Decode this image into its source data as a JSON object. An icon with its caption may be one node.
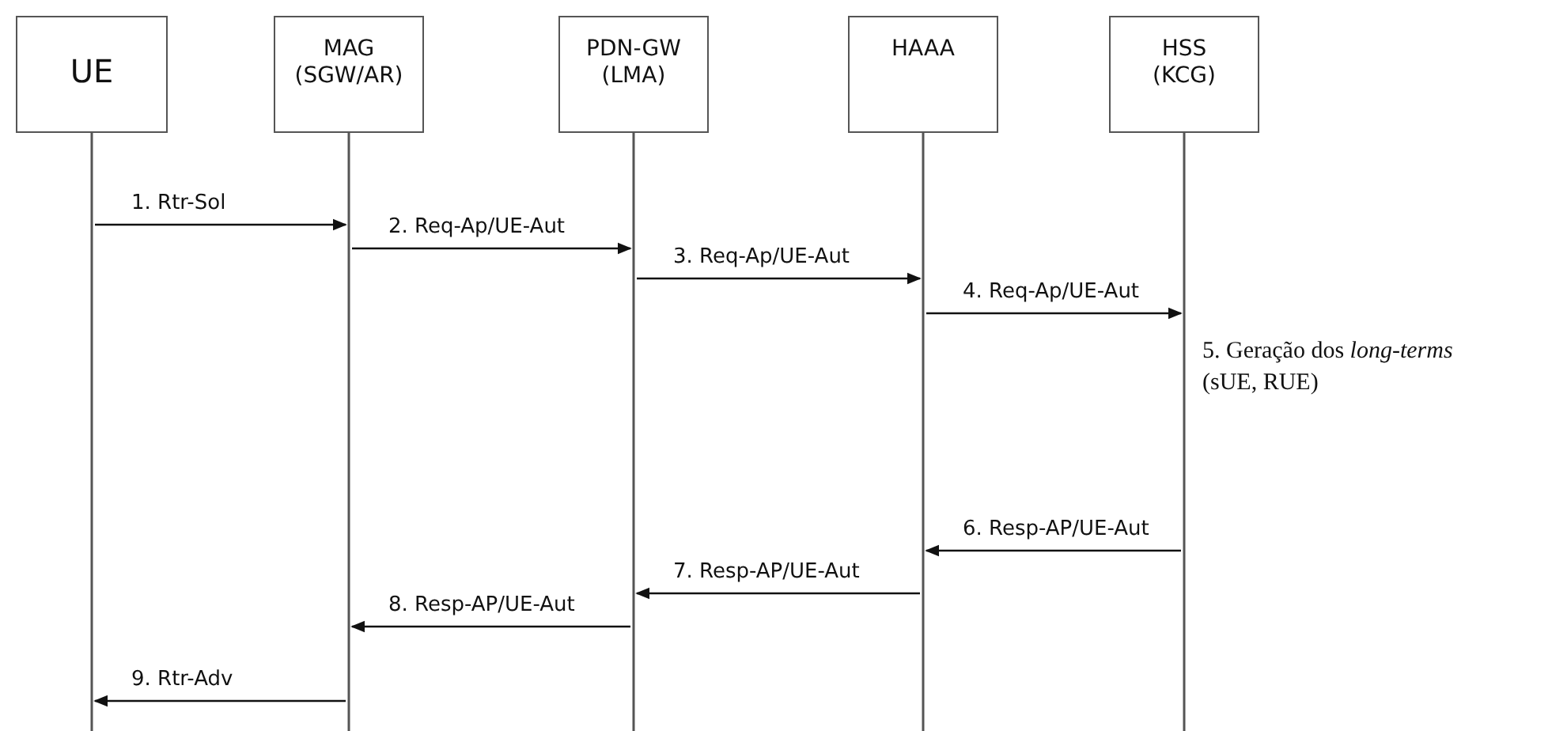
{
  "diagram": {
    "nodes": [
      {
        "text": [
          "UE"
        ]
      },
      {
        "text": [
          "MAG (SGW/AR)"
        ]
      },
      {
        "text": [
          "PDN-GW (LMA)"
        ]
      },
      {
        "text": [
          "HAAA"
        ]
      },
      {
        "text": [
          "HSS (KCG)"
        ]
      }
    ],
    "edges": [
      {
        "from": 0,
        "to": 1,
        "arrow": "to",
        "label": "1. Rtr-Sol"
      },
      {
        "from": 1,
        "to": 2,
        "arrow": "to",
        "label": "2. Req-Ap/UE-Aut"
      },
      {
        "from": 2,
        "to": 3,
        "arrow": "to",
        "label": "3. Req-Ap/UE-Aut"
      },
      {
        "from": 3,
        "to": 4,
        "arrow": "to",
        "label": "4. Req-Ap/UE-Aut"
      },
      {
        "from": 4,
        "to": 3,
        "arrow": "to",
        "label": "6. Resp-AP/UE-Aut"
      },
      {
        "from": 3,
        "to": 2,
        "arrow": "to",
        "label": "7. Resp-AP/UE-Aut"
      },
      {
        "from": 2,
        "to": 1,
        "arrow": "to",
        "label": "8. Resp-AP/UE-Aut"
      },
      {
        "from": 1,
        "to": 0,
        "arrow": "to",
        "label": "9. Rtr-Adv"
      }
    ],
    "labels": [
      "5. Geração dos *long-terms* (sUE, RUE)"
    ]
  }
}
